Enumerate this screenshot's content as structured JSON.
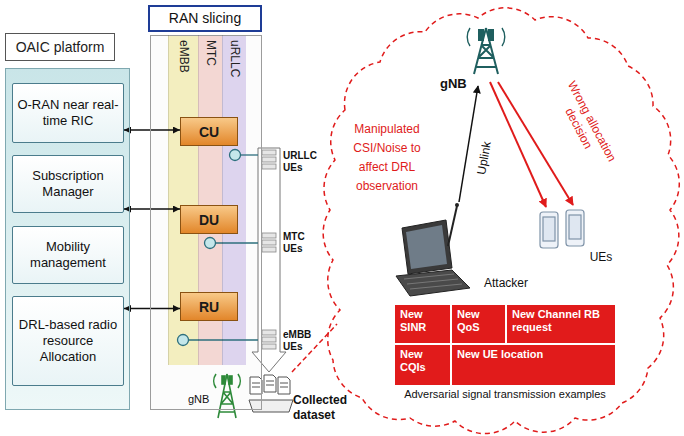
{
  "diagram": {
    "nodes": [
      {
        "text": [
          "OAIC platform"
        ]
      },
      {
        "text": [
          "O-RAN near real-time RIC"
        ],
        "in": 0
      },
      {
        "text": [
          "Subscription Manager"
        ],
        "in": 0
      },
      {
        "text": [
          "Mobility management"
        ],
        "in": 0
      },
      {
        "text": [
          "DRL-based radio resource Allocation"
        ],
        "in": 0
      },
      {
        "text": [
          "RAN slicing"
        ]
      },
      {
        "text": [
          "eMBB"
        ],
        "in": 5
      },
      {
        "text": [
          "MTC"
        ],
        "in": 5
      },
      {
        "text": [
          "uRLLC"
        ],
        "in": 5
      },
      {
        "text": [
          "CU"
        ],
        "in": 5
      },
      {
        "text": [
          "DU"
        ],
        "in": 5
      },
      {
        "text": [
          "RU"
        ],
        "in": 5
      },
      {
        "text": [
          "New SINR"
        ]
      },
      {
        "text": [
          "New QoS"
        ]
      },
      {
        "text": [
          "New Channel RB request"
        ]
      },
      {
        "text": [
          "New CQIs"
        ]
      },
      {
        "text": [
          "New UE location"
        ]
      }
    ],
    "edges": [
      {
        "from": 1,
        "to": 9,
        "arrow": "both"
      },
      {
        "from": 2,
        "to": 10,
        "arrow": "both"
      },
      {
        "from": 4,
        "to": 11,
        "arrow": "both"
      }
    ],
    "labels": [
      "URLLC UEs",
      "MTC UEs",
      "eMBB UEs",
      "gNB",
      "Collected dataset",
      "gNB",
      "Wrong allocation decision",
      "Uplink",
      "Manipulated CSI/Noise to affect DRL observation",
      "UEs",
      "Attacker",
      "Adversarial signal transmission examples"
    ]
  }
}
